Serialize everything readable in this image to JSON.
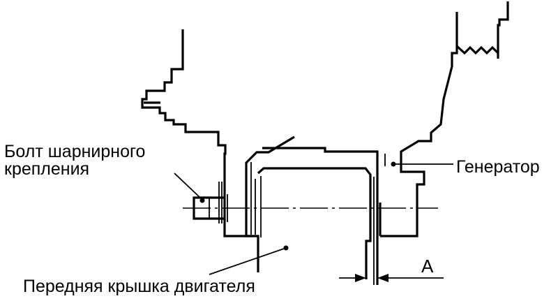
{
  "labels": {
    "bolt_line1": "Болт шарнирного",
    "bolt_line2": "крепления",
    "generator": "Генератор",
    "front_cover": "Передняя крышка двигателя",
    "gap": "A"
  },
  "colors": {
    "ink": "#000000",
    "background": "#ffffff"
  }
}
